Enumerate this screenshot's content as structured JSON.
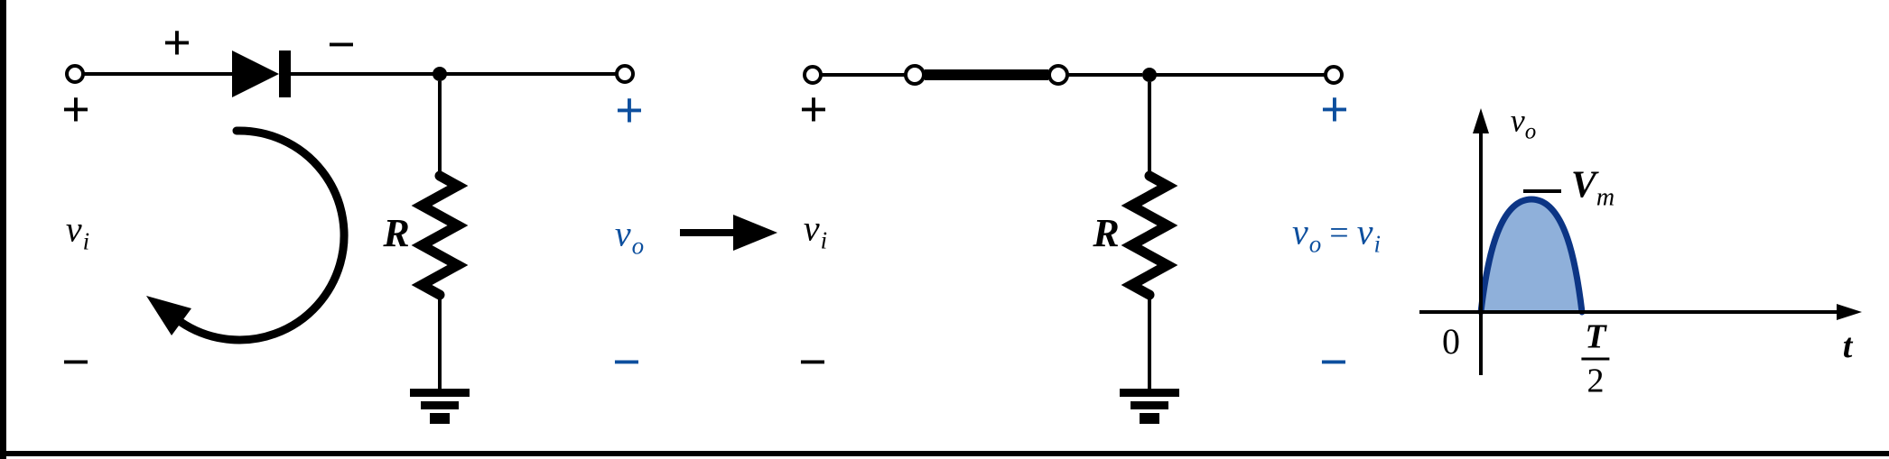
{
  "figure_title": "diode-replaced-by-short-circuit half-wave rectifier figure",
  "colors": {
    "accent_blue": "#0d4f9e",
    "curve_stroke": "#0c3585",
    "curve_fill": "#8fb0da",
    "ink": "#000000"
  },
  "circuit_left": {
    "diode_plus": "+",
    "diode_minus": "−",
    "input_plus": "+",
    "input_minus": "−",
    "input_label": {
      "base": "v",
      "sub": "i"
    },
    "resistor_label": "R",
    "output_plus": "+",
    "output_minus": "−",
    "output_label": {
      "base": "v",
      "sub": "o"
    }
  },
  "transform_arrow": {
    "meaning": "becomes"
  },
  "circuit_right": {
    "input_plus": "+",
    "input_minus": "−",
    "input_label": {
      "base": "v",
      "sub": "i"
    },
    "resistor_label": "R",
    "output_plus": "+",
    "output_minus": "−",
    "output_equation": {
      "lhs_base": "v",
      "lhs_sub": "o",
      "operator": "=",
      "rhs_base": "v",
      "rhs_sub": "i"
    }
  },
  "graph": {
    "y_axis_label": {
      "base": "v",
      "sub": "o"
    },
    "peak_label": {
      "base": "V",
      "sub": "m"
    },
    "origin_label": "0",
    "x_tick": {
      "numerator": "T",
      "denominator": "2"
    },
    "x_axis_label": "t"
  },
  "chart_data": {
    "type": "area",
    "title": "",
    "xlabel": "t",
    "ylabel": "v_o",
    "x_ticks": [
      "0",
      "T/2"
    ],
    "y_ticks": [
      "V_m"
    ],
    "grid": false,
    "legend": false,
    "series": [
      {
        "name": "v_o",
        "description": "half-sine output pulse: rises from 0 at t=0 to peak V_m at t=T/4, returns to 0 at t=T/2, stays 0 afterwards",
        "x": [
          "0",
          "T/4",
          "T/2",
          ">T/2"
        ],
        "y": [
          "0",
          "V_m",
          "0",
          "0"
        ]
      }
    ]
  }
}
